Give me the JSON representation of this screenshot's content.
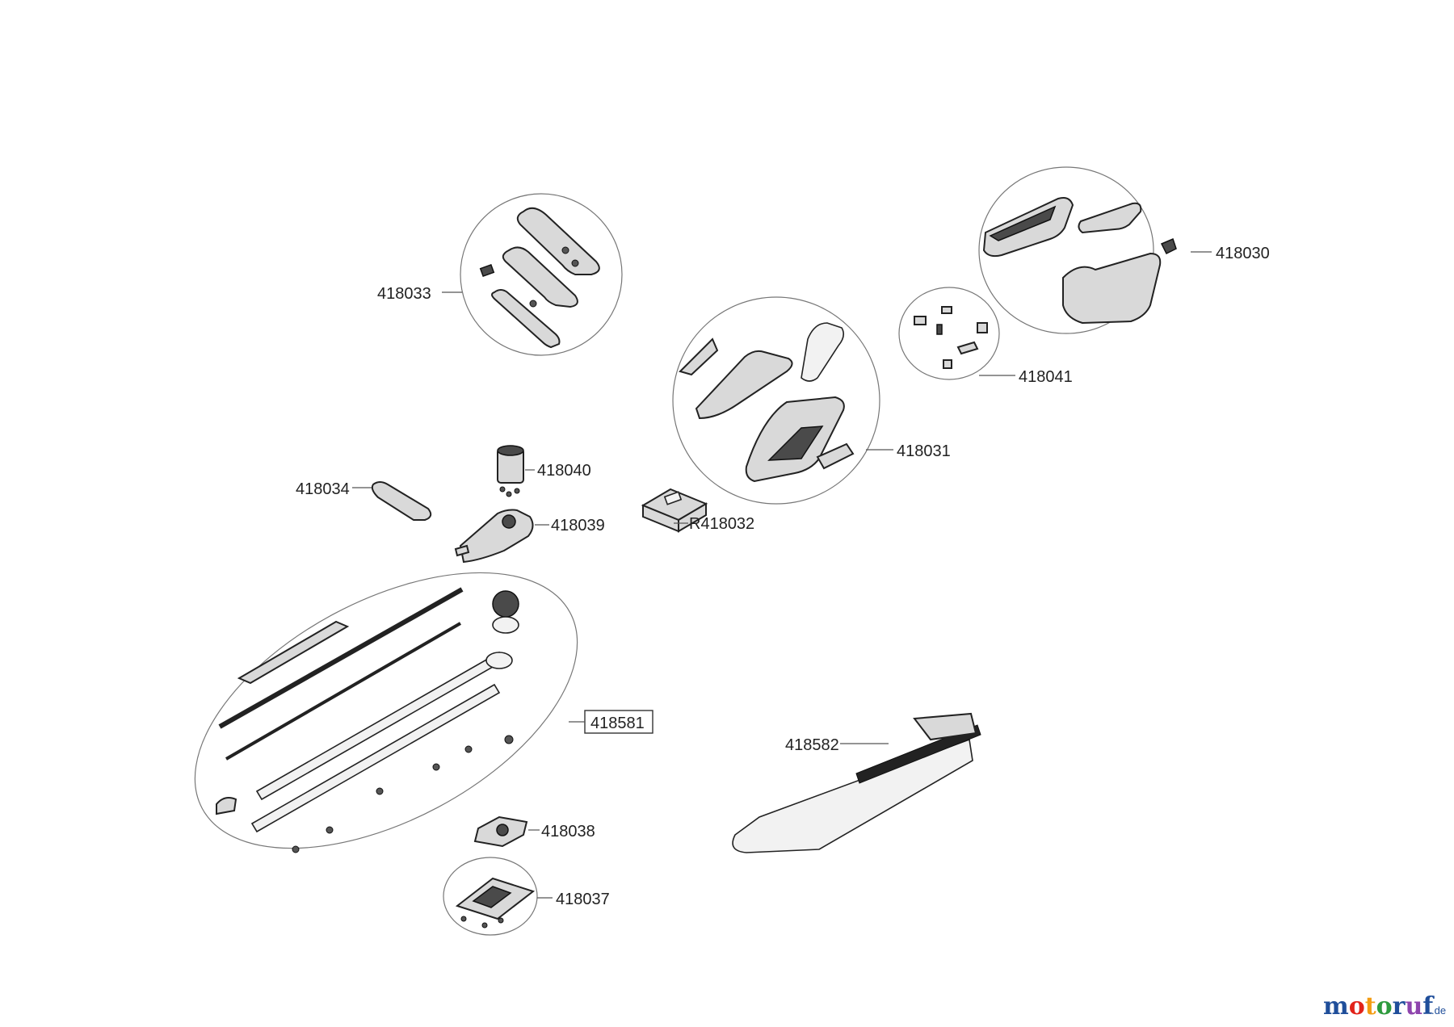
{
  "parts": [
    {
      "id": "p418033",
      "label": "418033"
    },
    {
      "id": "p418030",
      "label": "418030"
    },
    {
      "id": "p418041",
      "label": "418041"
    },
    {
      "id": "p418031",
      "label": "418031"
    },
    {
      "id": "p418040",
      "label": "418040"
    },
    {
      "id": "p418034",
      "label": "418034"
    },
    {
      "id": "p418039",
      "label": "418039"
    },
    {
      "id": "p418032",
      "label": "R418032"
    },
    {
      "id": "p418581",
      "label": "418581"
    },
    {
      "id": "p418582",
      "label": "418582"
    },
    {
      "id": "p418038",
      "label": "418038"
    },
    {
      "id": "p418037",
      "label": "418037"
    }
  ],
  "watermark": {
    "brand": "motoruf",
    "tld": ".de",
    "colors": [
      "#1f4e9a",
      "#e2231a",
      "#f39c12",
      "#2e9b3e",
      "#1f4e9a",
      "#8e44ad",
      "#1f4e9a"
    ]
  }
}
